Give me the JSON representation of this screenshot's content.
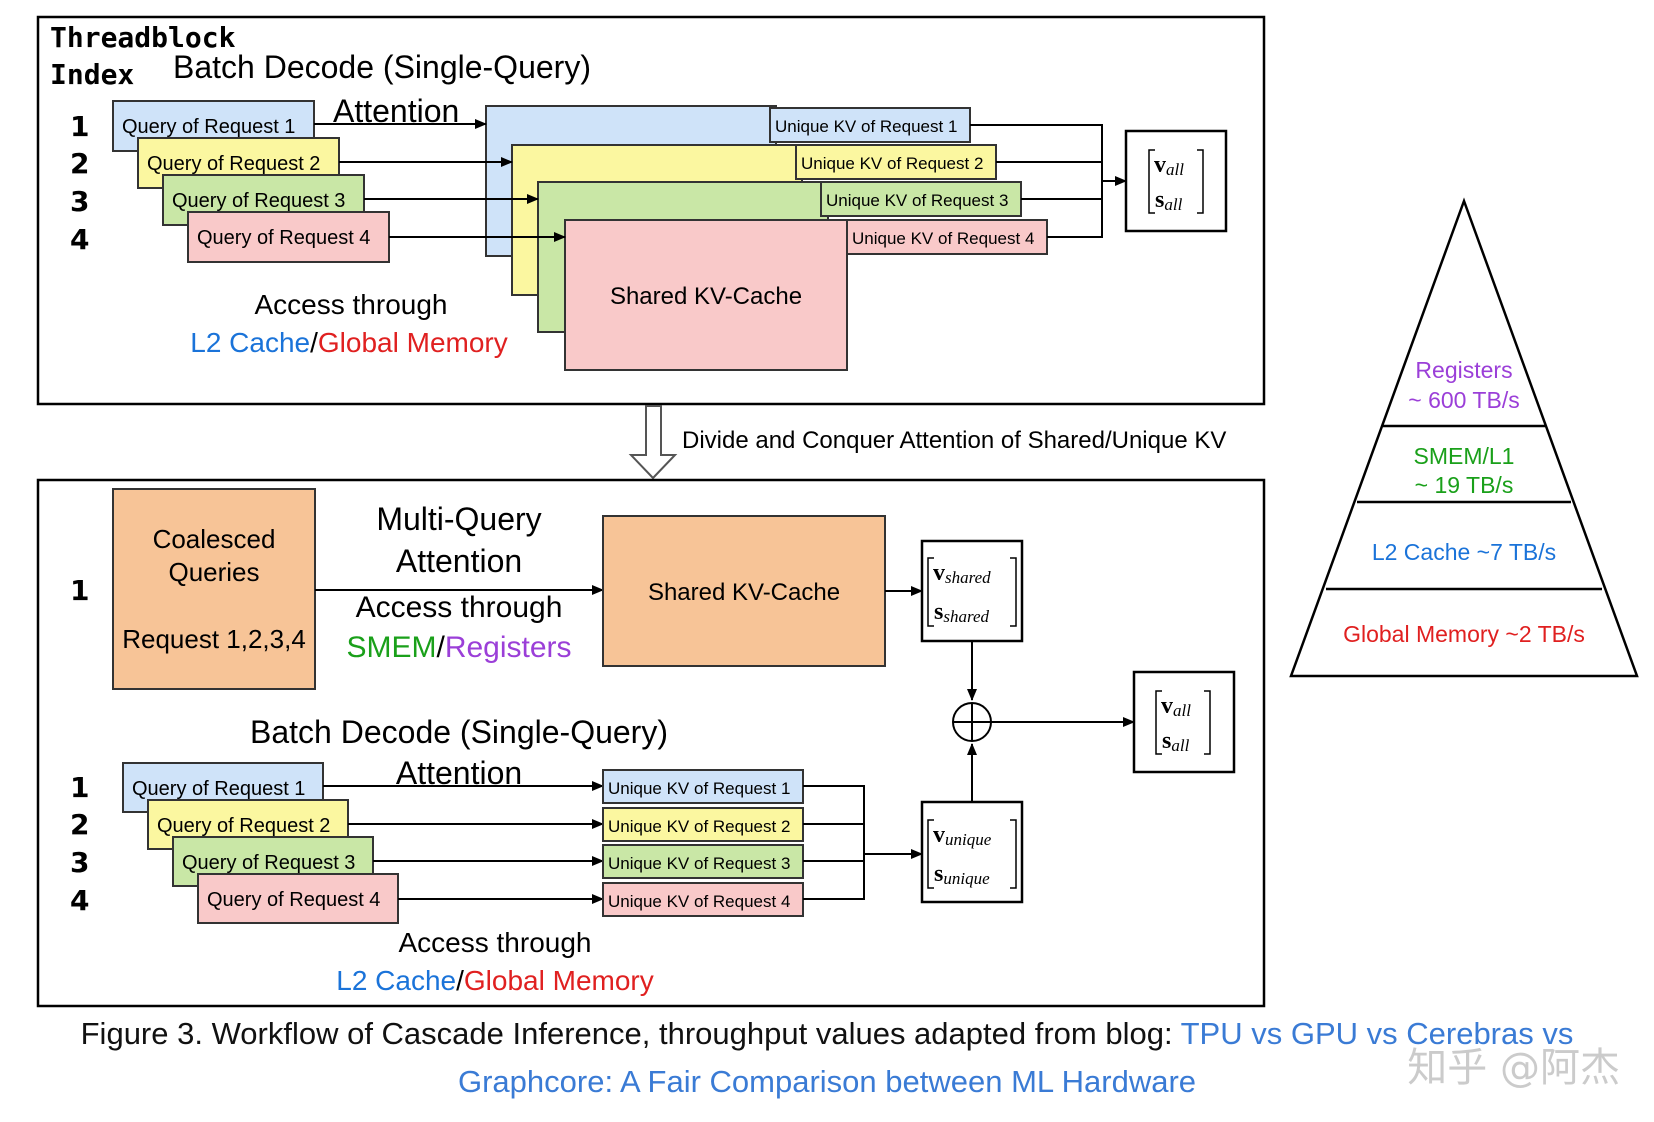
{
  "colors": {
    "blue_fill": "#cfe3f9",
    "yellow_fill": "#fbf7a0",
    "green_fill": "#c9e7a6",
    "pink_fill": "#f9c9c9",
    "orange_fill": "#f7c497",
    "l2_text": "#1a73d9",
    "global_text": "#e02020",
    "smem_text": "#1aa01a",
    "registers_text": "#9b3fd8"
  },
  "top_panel": {
    "threadblock_label": "Threadblock",
    "index_label": "Index",
    "title_line1": "Batch Decode (Single-Query)",
    "title_line2": "Attention",
    "indices": [
      "1",
      "2",
      "3",
      "4"
    ],
    "queries": [
      "Query of Request 1",
      "Query of Request 2",
      "Query of Request 3",
      "Query of Request 4"
    ],
    "unique_kv": [
      "Unique KV of Request 1",
      "Unique KV of Request 2",
      "Unique KV of Request 3",
      "Unique KV of Request 4"
    ],
    "shared_kv": "Shared KV-Cache",
    "access_line1": "Access through",
    "access_l2": "L2 Cache",
    "access_sep": "/",
    "access_global": "Global Memory",
    "out_v": "v",
    "out_v_sub": "all",
    "out_s": "s",
    "out_s_sub": "all"
  },
  "transition": {
    "text": "Divide and Conquer Attention of Shared/Unique KV"
  },
  "bottom_panel": {
    "coalesced_line1": "Coalesced",
    "coalesced_line2": "Queries",
    "coalesced_line3": "Request 1,2,3,4",
    "coalesced_index": "1",
    "mq_line1": "Multi-Query",
    "mq_line2": "Attention",
    "mq_access_line1": "Access through",
    "mq_access_smem": "SMEM",
    "mq_access_sep": "/",
    "mq_access_registers": "Registers",
    "shared_kv": "Shared KV-Cache",
    "shared_v": "v",
    "shared_v_sub": "shared",
    "shared_s": "s",
    "shared_s_sub": "shared",
    "bd_line1": "Batch Decode (Single-Query)",
    "bd_line2": "Attention",
    "indices": [
      "1",
      "2",
      "3",
      "4"
    ],
    "queries": [
      "Query of Request 1",
      "Query of Request 2",
      "Query of Request 3",
      "Query of Request 4"
    ],
    "unique_kv": [
      "Unique KV of Request 1",
      "Unique KV of Request 2",
      "Unique KV of Request 3",
      "Unique KV of Request 4"
    ],
    "unique_v": "v",
    "unique_v_sub": "unique",
    "unique_s": "s",
    "unique_s_sub": "unique",
    "access_line1": "Access through",
    "access_l2": "L2 Cache",
    "access_sep": "/",
    "access_global": "Global Memory",
    "all_v": "v",
    "all_v_sub": "all",
    "all_s": "s",
    "all_s_sub": "all"
  },
  "pyramid": {
    "registers_line1": "Registers",
    "registers_line2": "~ 600 TB/s",
    "smem_line1": "SMEM/L1",
    "smem_line2": "~ 19 TB/s",
    "l2": "L2 Cache ~7 TB/s",
    "global": "Global Memory ~2 TB/s"
  },
  "caption": {
    "prefix": "Figure 3. Workflow of Cascade Inference, throughput values adapted from blog: ",
    "link_part1": "TPU vs GPU vs Cerebras vs",
    "link_part2": "Graphcore: A Fair Comparison between ML Hardware"
  },
  "watermark": "知乎 @阿杰"
}
